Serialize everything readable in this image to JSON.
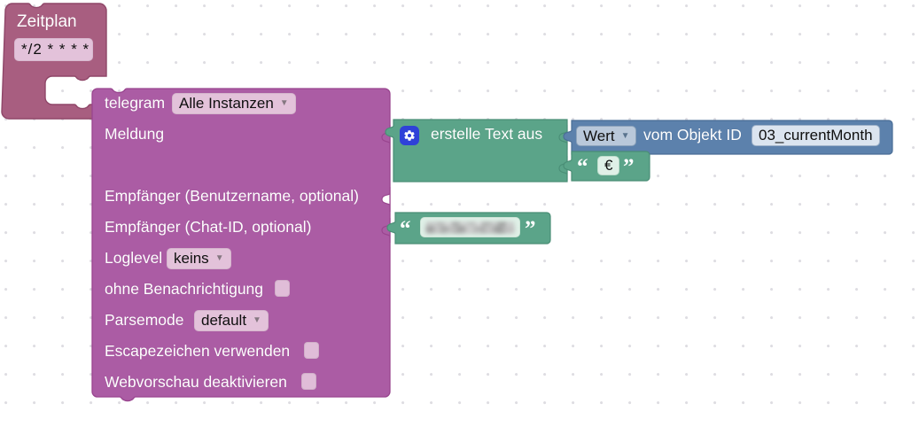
{
  "workspace": {
    "background": "#ffffff",
    "grid_dot_color": "#dedde2",
    "grid_spacing": 32
  },
  "blocks": {
    "schedule": {
      "name": "schedule-block",
      "title": "Zeitplan",
      "cron_value": "*/2 * * * *",
      "color": "#a85e80",
      "border_color": "#8f4668",
      "field_color": "#e3c2da"
    },
    "telegram": {
      "name": "telegram-block",
      "title": "telegram",
      "color": "#ab5ca4",
      "border_color": "#99458f",
      "instance_dropdown": {
        "label": "Alle Instanzen",
        "caret": "▼"
      },
      "rows": [
        {
          "label": "Meldung",
          "type": "input"
        },
        {
          "label": "Empfänger (Benutzername, optional)",
          "type": "input"
        },
        {
          "label": "Empfänger (Chat-ID, optional)",
          "type": "input"
        },
        {
          "label": "Loglevel",
          "type": "dropdown",
          "value": "keins",
          "caret": "▼"
        },
        {
          "label": "ohne Benachrichtigung",
          "type": "checkbox",
          "checked": false
        },
        {
          "label": "Parsemode",
          "type": "dropdown",
          "value": "default",
          "caret": "▼"
        },
        {
          "label": "Escapezeichen verwenden",
          "type": "checkbox",
          "checked": false
        },
        {
          "label": "Webvorschau deaktivieren",
          "type": "checkbox",
          "checked": false
        }
      ]
    },
    "create_text": {
      "name": "create-text-block",
      "label": "erstelle Text aus",
      "icon": "gear-icon",
      "icon_badge_color": "#2f41d8",
      "color": "#5ba489",
      "border_color": "#4a8e76"
    },
    "get_value": {
      "name": "get-value-block",
      "dropdown_value": "Wert",
      "caret": "▼",
      "label": "vom Objekt ID",
      "object_id": "03_currentMonth",
      "color": "#5c81ac",
      "border_color": "#4a6e96"
    },
    "text_euro": {
      "name": "text-string-block-euro",
      "value": "€",
      "quote_open": "“",
      "quote_close": "”",
      "color": "#5ba489"
    },
    "text_chatid": {
      "name": "text-string-block-chatid",
      "value": "",
      "redacted": true,
      "quote_open": "“",
      "quote_close": "”",
      "color": "#5ba489"
    }
  }
}
